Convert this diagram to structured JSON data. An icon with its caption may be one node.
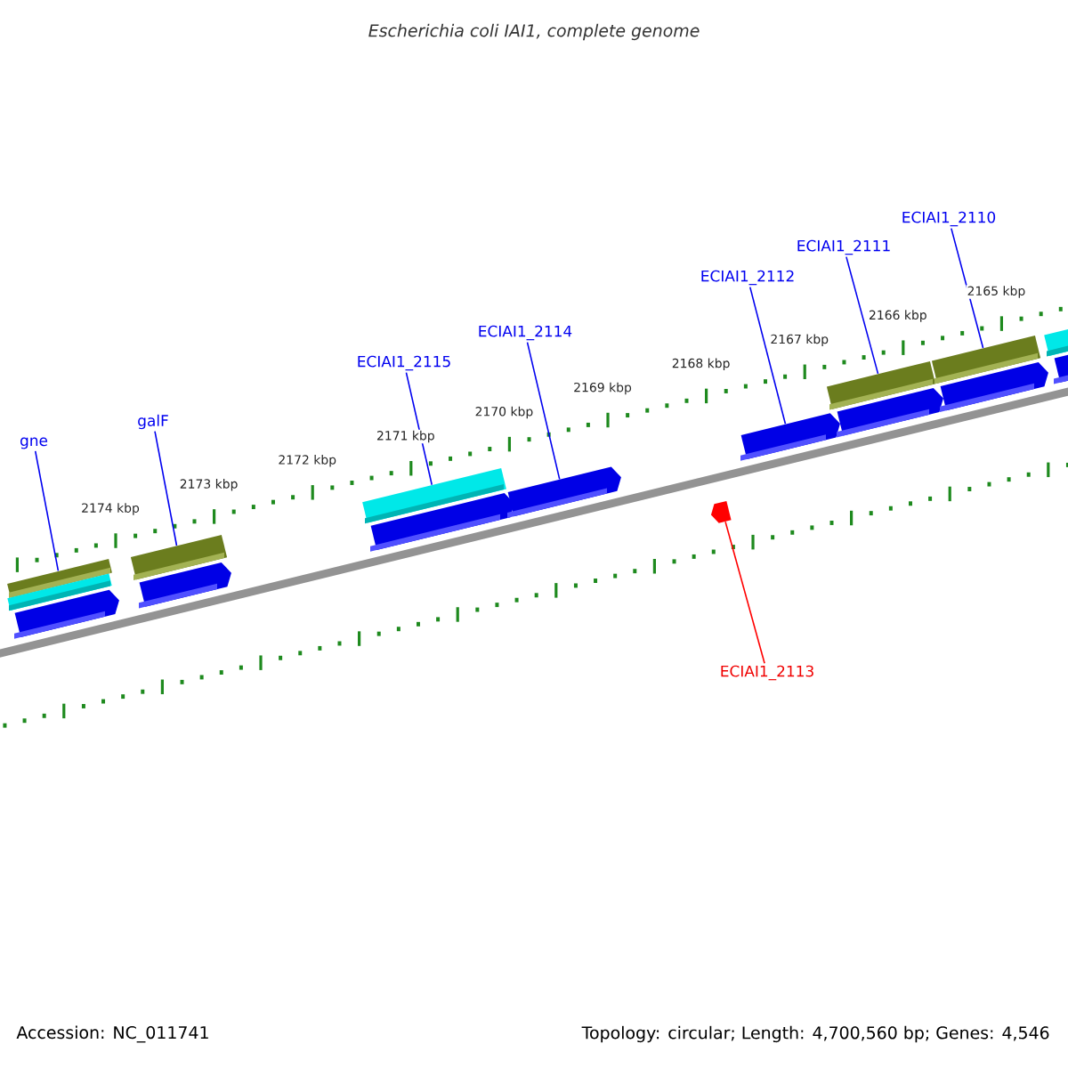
{
  "diagram": {
    "title": "Escherichia coli IAI1, complete genome",
    "nodes": [
      {
        "text": [
          "gne"
        ]
      },
      {
        "text": [],
        "shape": "bar"
      },
      {
        "text": [],
        "shape": "bar"
      },
      {
        "text": [],
        "shape": "arrow"
      },
      {
        "text": [
          "galF"
        ]
      },
      {
        "text": [],
        "shape": "bar"
      },
      {
        "text": [],
        "shape": "arrow"
      },
      {
        "text": [
          "ECIAI1_2115"
        ]
      },
      {
        "text": [],
        "shape": "bar"
      },
      {
        "text": [],
        "shape": "arrow"
      },
      {
        "text": [
          "ECIAI1_2114"
        ]
      },
      {
        "text": [],
        "shape": "arrow"
      },
      {
        "text": [
          "ECIAI1_2112"
        ]
      },
      {
        "text": [],
        "shape": "arrow"
      },
      {
        "text": [
          "ECIAI1_2111"
        ]
      },
      {
        "text": [],
        "shape": "bar"
      },
      {
        "text": [],
        "shape": "arrow"
      },
      {
        "text": [
          "ECIAI1_2110"
        ]
      },
      {
        "text": [],
        "shape": "bar"
      },
      {
        "text": [],
        "shape": "arrow"
      },
      {
        "text": [],
        "shape": "bar"
      },
      {
        "text": [],
        "shape": "arrow"
      },
      {
        "text": [
          "ECIAI1_2113"
        ]
      },
      {
        "text": [],
        "shape": "arrow"
      }
    ],
    "edges": [
      {
        "from": 0,
        "to": 1,
        "arrow": "none"
      },
      {
        "from": 4,
        "to": 5,
        "arrow": "none"
      },
      {
        "from": 7,
        "to": 8,
        "arrow": "none"
      },
      {
        "from": 10,
        "to": 11,
        "arrow": "none"
      },
      {
        "from": 12,
        "to": 13,
        "arrow": "none"
      },
      {
        "from": 14,
        "to": 15,
        "arrow": "none"
      },
      {
        "from": 17,
        "to": 18,
        "arrow": "none"
      },
      {
        "from": 22,
        "to": 23,
        "arrow": "none",
        "color": "#ff0000"
      }
    ],
    "labels": [
      "2174 kbp",
      "2173 kbp",
      "2172 kbp",
      "2171 kbp",
      "2170 kbp",
      "2169 kbp",
      "2168 kbp",
      "2167 kbp",
      "2166 kbp",
      "2165 kbp",
      "Accession: NC_011741",
      "Topology: circular; Length: 4,700,560 bp; Genes: 4,546"
    ]
  }
}
